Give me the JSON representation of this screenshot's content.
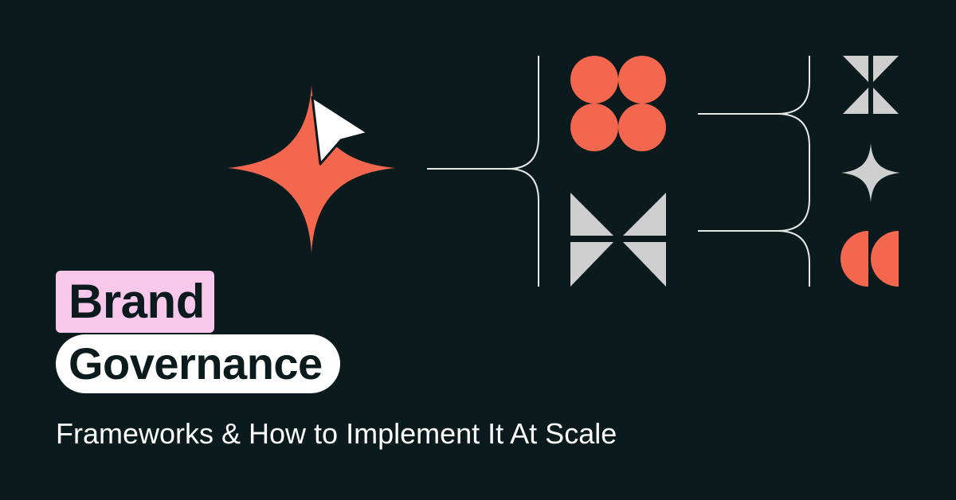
{
  "hero": {
    "title_line1": "Brand",
    "title_line2": "Governance",
    "subtitle": "Frameworks & How to Implement It At Scale"
  },
  "colors": {
    "background": "#0b1b1d",
    "accent": "#f4674f",
    "pink_highlight": "#f8c7ec",
    "light_gray": "#cfcfcf",
    "line": "#e8e8e8",
    "text_light": "#ffffff",
    "text_dark": "#0b1b1d"
  },
  "icons": [
    "sparkle-icon",
    "cursor-arrow-icon",
    "four-circles-icon",
    "bowtie-icon",
    "hourglass-icon",
    "small-sparkle-icon",
    "half-circles-icon"
  ]
}
